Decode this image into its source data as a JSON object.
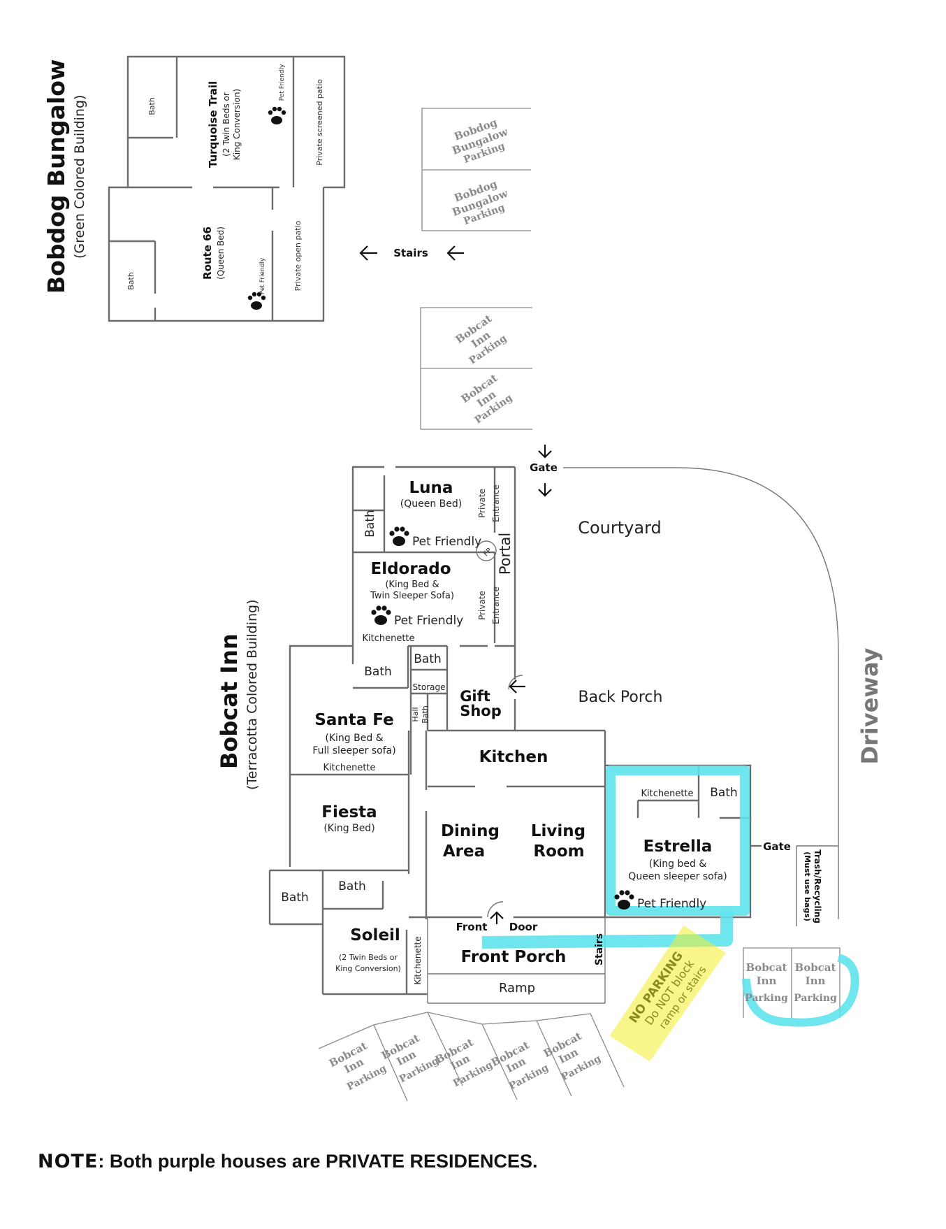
{
  "bungalow": {
    "title": "Bobdog Bungalow",
    "subtitle": "(Green Colored Building)",
    "rooms": {
      "turquoise": {
        "name": "Turquoise Trail",
        "detail1": "(2 Twin Beds or",
        "detail2": "King Conversion)",
        "pet": "Pet Friendly",
        "bath": "Bath",
        "patio": "Private screened patio"
      },
      "route66": {
        "name": "Route 66",
        "detail": "(Queen Bed)",
        "pet": "Pet Friendly",
        "bath": "Bath",
        "patio": "Private open patio"
      }
    },
    "parking": [
      "Bobdog",
      "Bungalow",
      "Parking"
    ],
    "stairs": "Stairs"
  },
  "inn_parking_top": [
    "Bobcat",
    "Inn",
    "Parking"
  ],
  "inn": {
    "title": "Bobcat Inn",
    "subtitle": "(Terracotta Colored Building)",
    "gate_top": "Gate",
    "gate_right": "Gate",
    "courtyard": "Courtyard",
    "back_porch": "Back Porch",
    "driveway": "Driveway",
    "trash1": "Trash/Recycling",
    "trash2": "(Must use bags)",
    "portal": "Portal",
    "private": "Private",
    "entrance": "Entrance",
    "fp": "FP",
    "luna": {
      "name": "Luna",
      "detail": "(Queen Bed)",
      "bath": "Bath",
      "pet": "Pet Friendly"
    },
    "eldorado": {
      "name": "Eldorado",
      "detail1": "(King Bed &",
      "detail2": "Twin Sleeper Sofa)",
      "pet": "Pet Friendly",
      "kitchenette": "Kitchenette"
    },
    "bath_a": "Bath",
    "bath_b": "Bath",
    "storage": "Storage",
    "hall_bath1": "Hall",
    "hall_bath2": "Bath",
    "gift1": "Gift",
    "gift2": "Shop",
    "santafe": {
      "name": "Santa Fe",
      "detail1": "(King Bed &",
      "detail2": "Full sleeper sofa)",
      "kitchenette": "Kitchenette"
    },
    "kitchen": "Kitchen",
    "fiesta": {
      "name": "Fiesta",
      "detail": "(King Bed)"
    },
    "dining1": "Dining",
    "dining2": "Area",
    "living1": "Living",
    "living2": "Room",
    "estrella": {
      "name": "Estrella",
      "detail1": "(King bed &",
      "detail2": "Queen sleeper sofa)",
      "kitchenette": "Kitchenette",
      "bath": "Bath",
      "pet": "Pet Friendly"
    },
    "bath_c": "Bath",
    "bath_d": "Bath",
    "soleil": {
      "name": "Soleil",
      "detail1": "(2 Twin Beds or",
      "detail2": "King Conversion)",
      "kitchenette": "Kitchenette"
    },
    "front": "Front",
    "door": "Door",
    "front_porch": "Front Porch",
    "ramp": "Ramp",
    "stairs": "Stairs",
    "no_parking1": "NO PARKING",
    "no_parking2": "Do NOT block",
    "no_parking3": "ramp or stairs",
    "parking": [
      "Bobcat",
      "Inn",
      "Parking"
    ]
  },
  "colors": {
    "highlight_cyan": "#5fe3ec",
    "highlight_yellow": "#f3ef2c",
    "wall": "#6b6b6b",
    "parking": "#8a8a8a"
  },
  "note": {
    "lead": "NOTE",
    "text": ": Both purple houses are PRIVATE RESIDENCES."
  }
}
